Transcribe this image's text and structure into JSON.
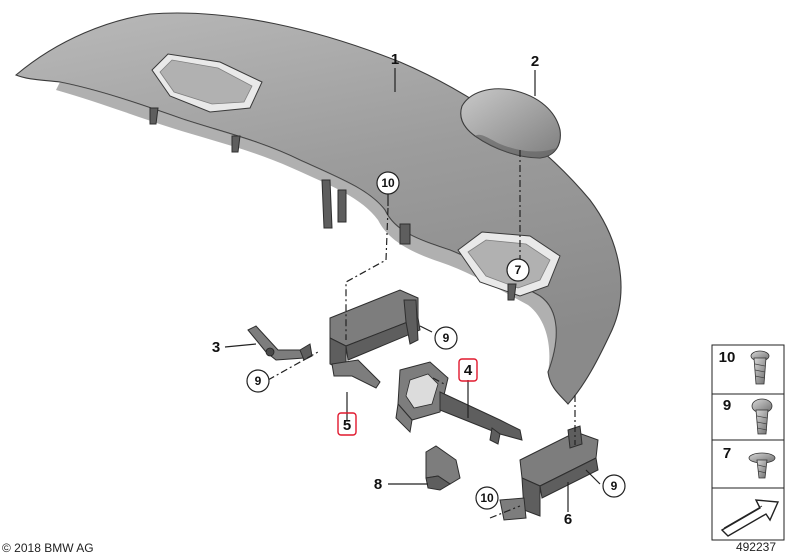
{
  "parts": [
    {
      "number": "1"
    },
    {
      "number": "2"
    },
    {
      "number": "3"
    },
    {
      "number": "4"
    },
    {
      "number": "5"
    },
    {
      "number": "6"
    },
    {
      "number": "8"
    }
  ],
  "circled_callouts": [
    "10",
    "7",
    "9",
    "9",
    "9",
    "10"
  ],
  "fastener_legend": [
    {
      "number": "10"
    },
    {
      "number": "9"
    },
    {
      "number": "7"
    }
  ],
  "highlight_color": "#e0182d",
  "copyright": "© 2018 BMW AG",
  "diagram_id": "492237"
}
